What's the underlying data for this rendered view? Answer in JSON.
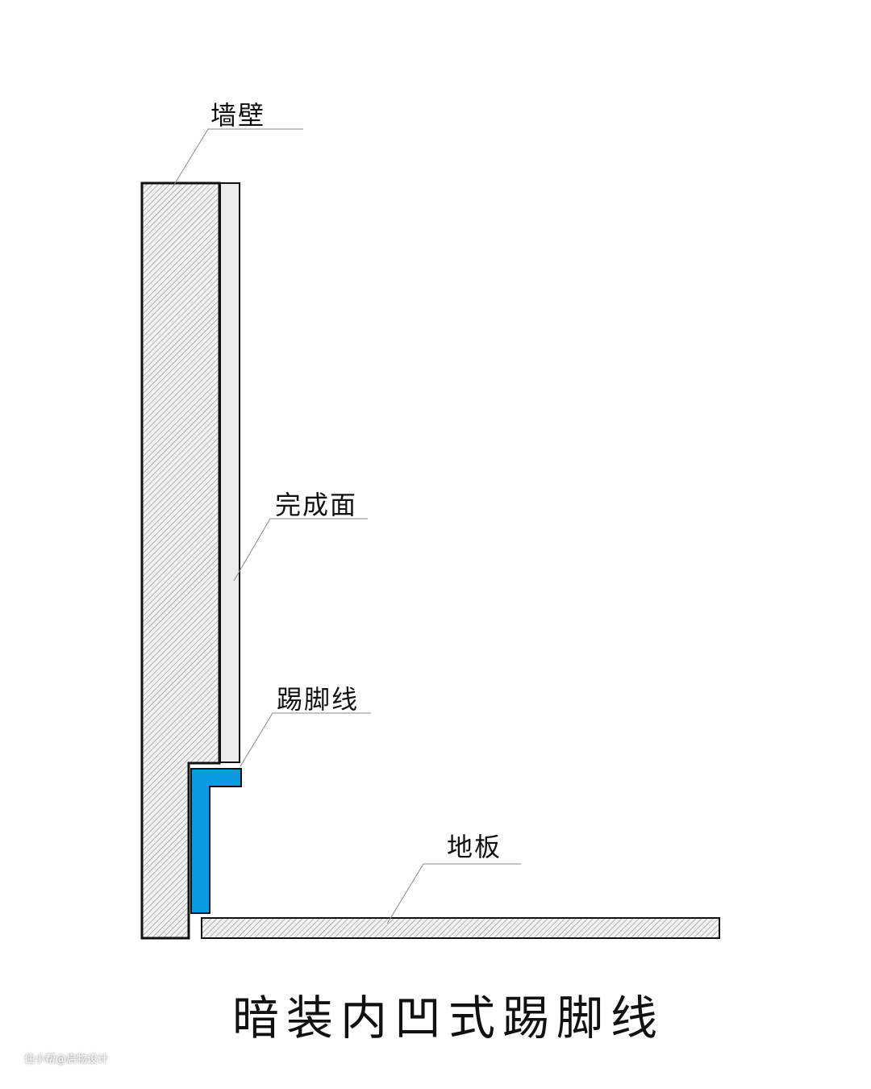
{
  "labels": {
    "wall": "墙壁",
    "finish_surface": "完成面",
    "baseboard": "踢脚线",
    "floor": "地板"
  },
  "title": "暗装内凹式踢脚线",
  "watermark": "住小帮@启物设计",
  "colors": {
    "baseboard": "#0a9ae0",
    "hatch": "#888888",
    "outline": "#111111",
    "finish": "#ececec"
  }
}
